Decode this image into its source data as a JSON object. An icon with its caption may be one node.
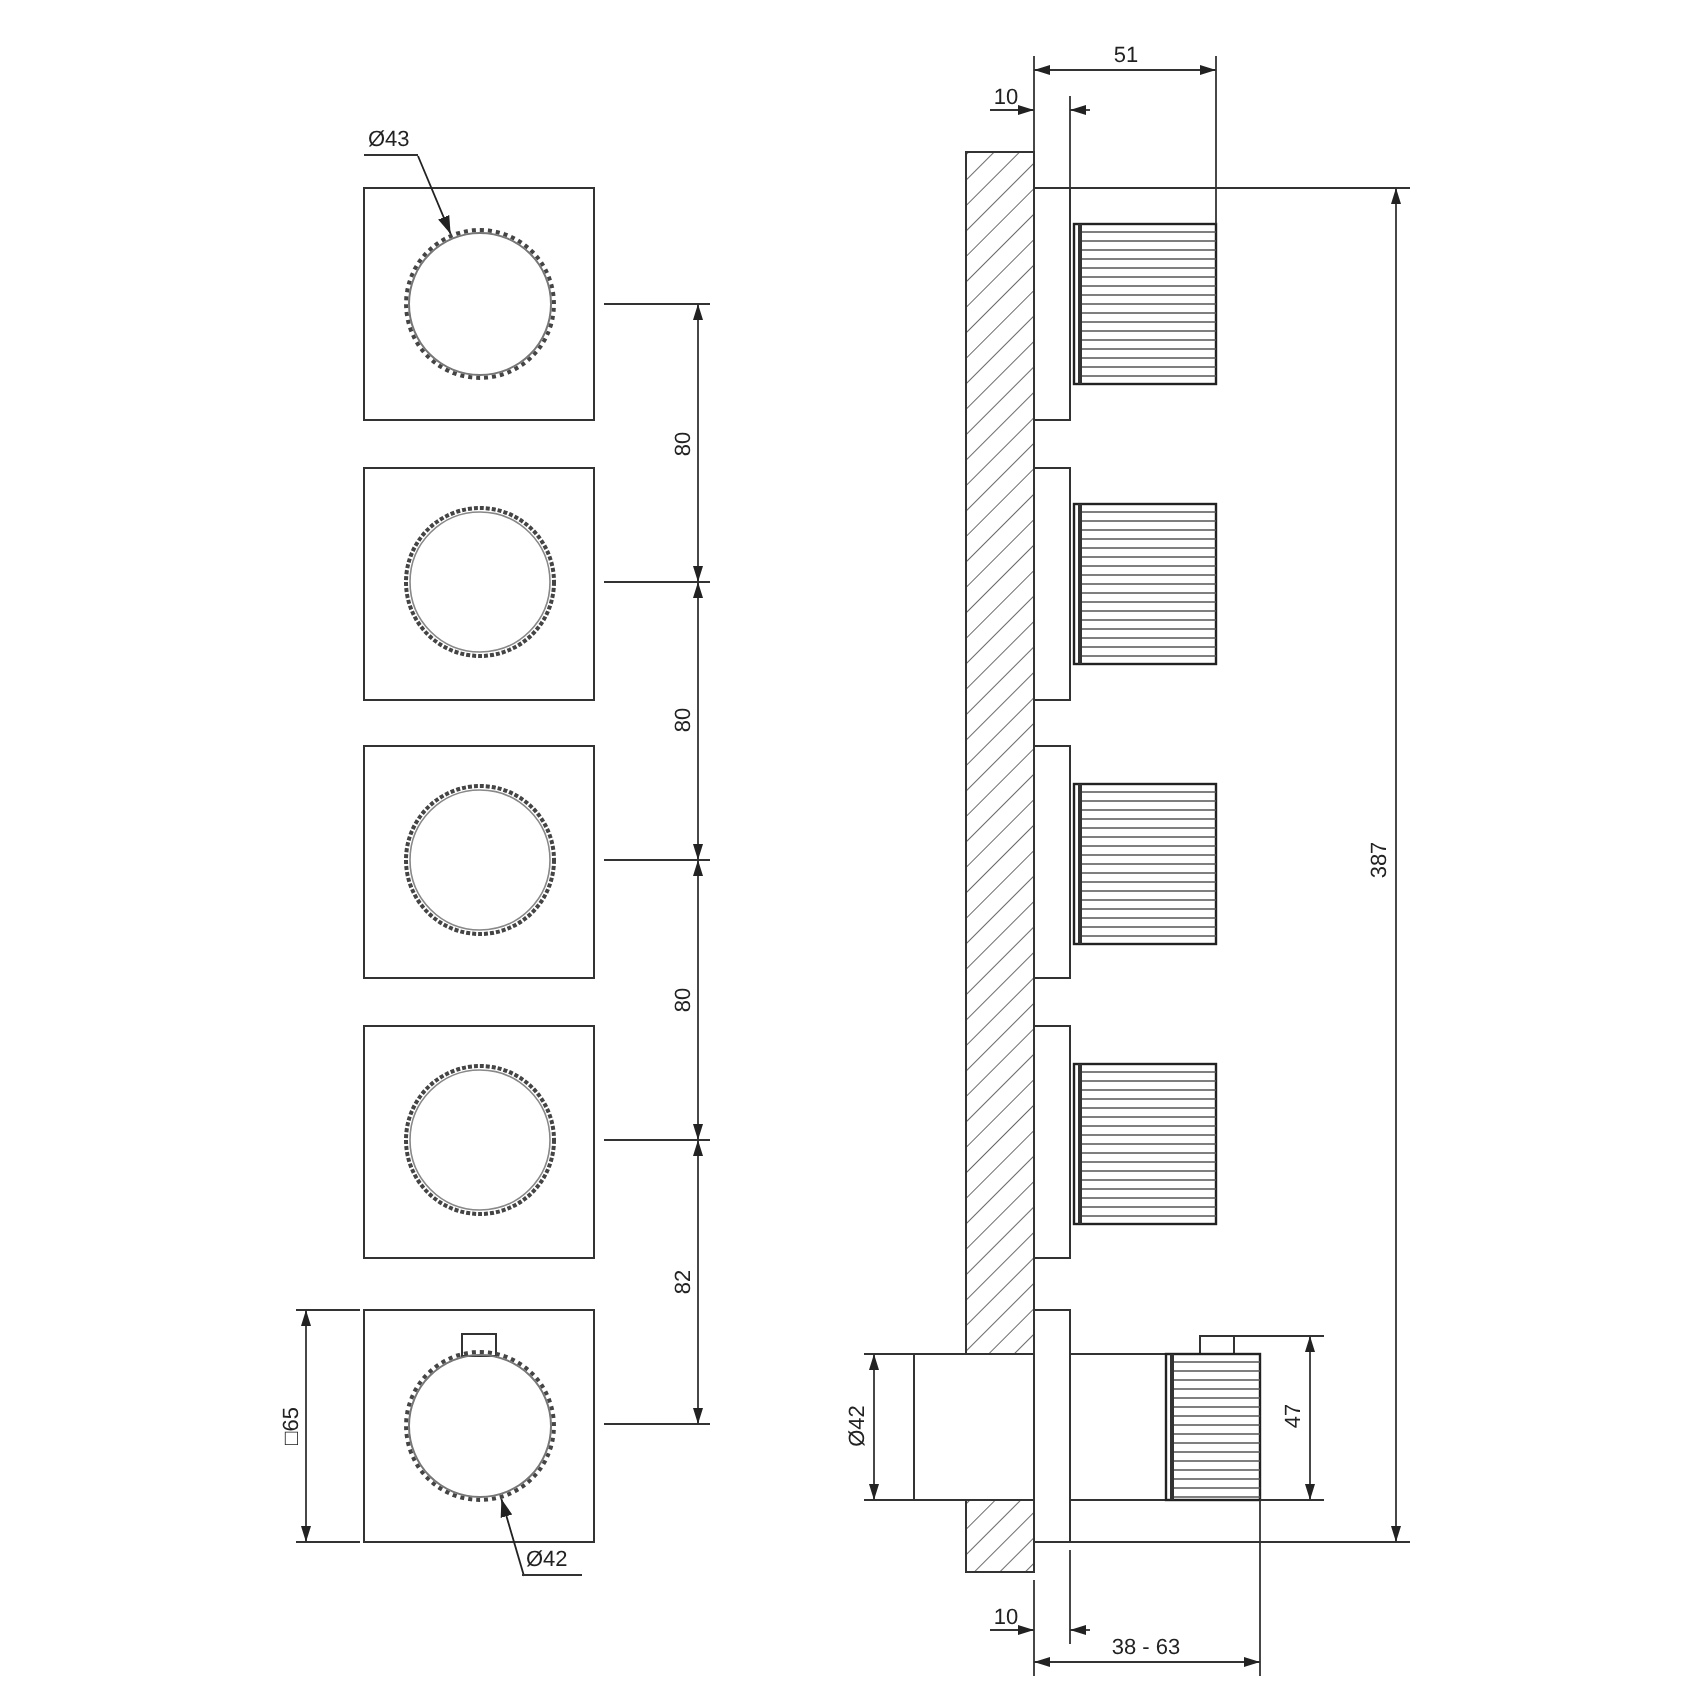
{
  "diagram": {
    "nodes": [
      {
        "text": [
          "Ø43"
        ]
      },
      {
        "text": [],
        "shape": "circle"
      },
      {
        "text": [
          "Ø42"
        ]
      },
      {
        "text": [],
        "shape": "circle"
      }
    ],
    "edges": [
      {
        "from": 0,
        "to": 1,
        "arrow": "to"
      },
      {
        "from": 2,
        "to": 3,
        "arrow": "to"
      }
    ],
    "labels": [
      "80",
      "80",
      "80",
      "82",
      "□65",
      "10",
      "51",
      "387",
      "Ø42",
      "47",
      "10",
      "38 - 63"
    ]
  }
}
